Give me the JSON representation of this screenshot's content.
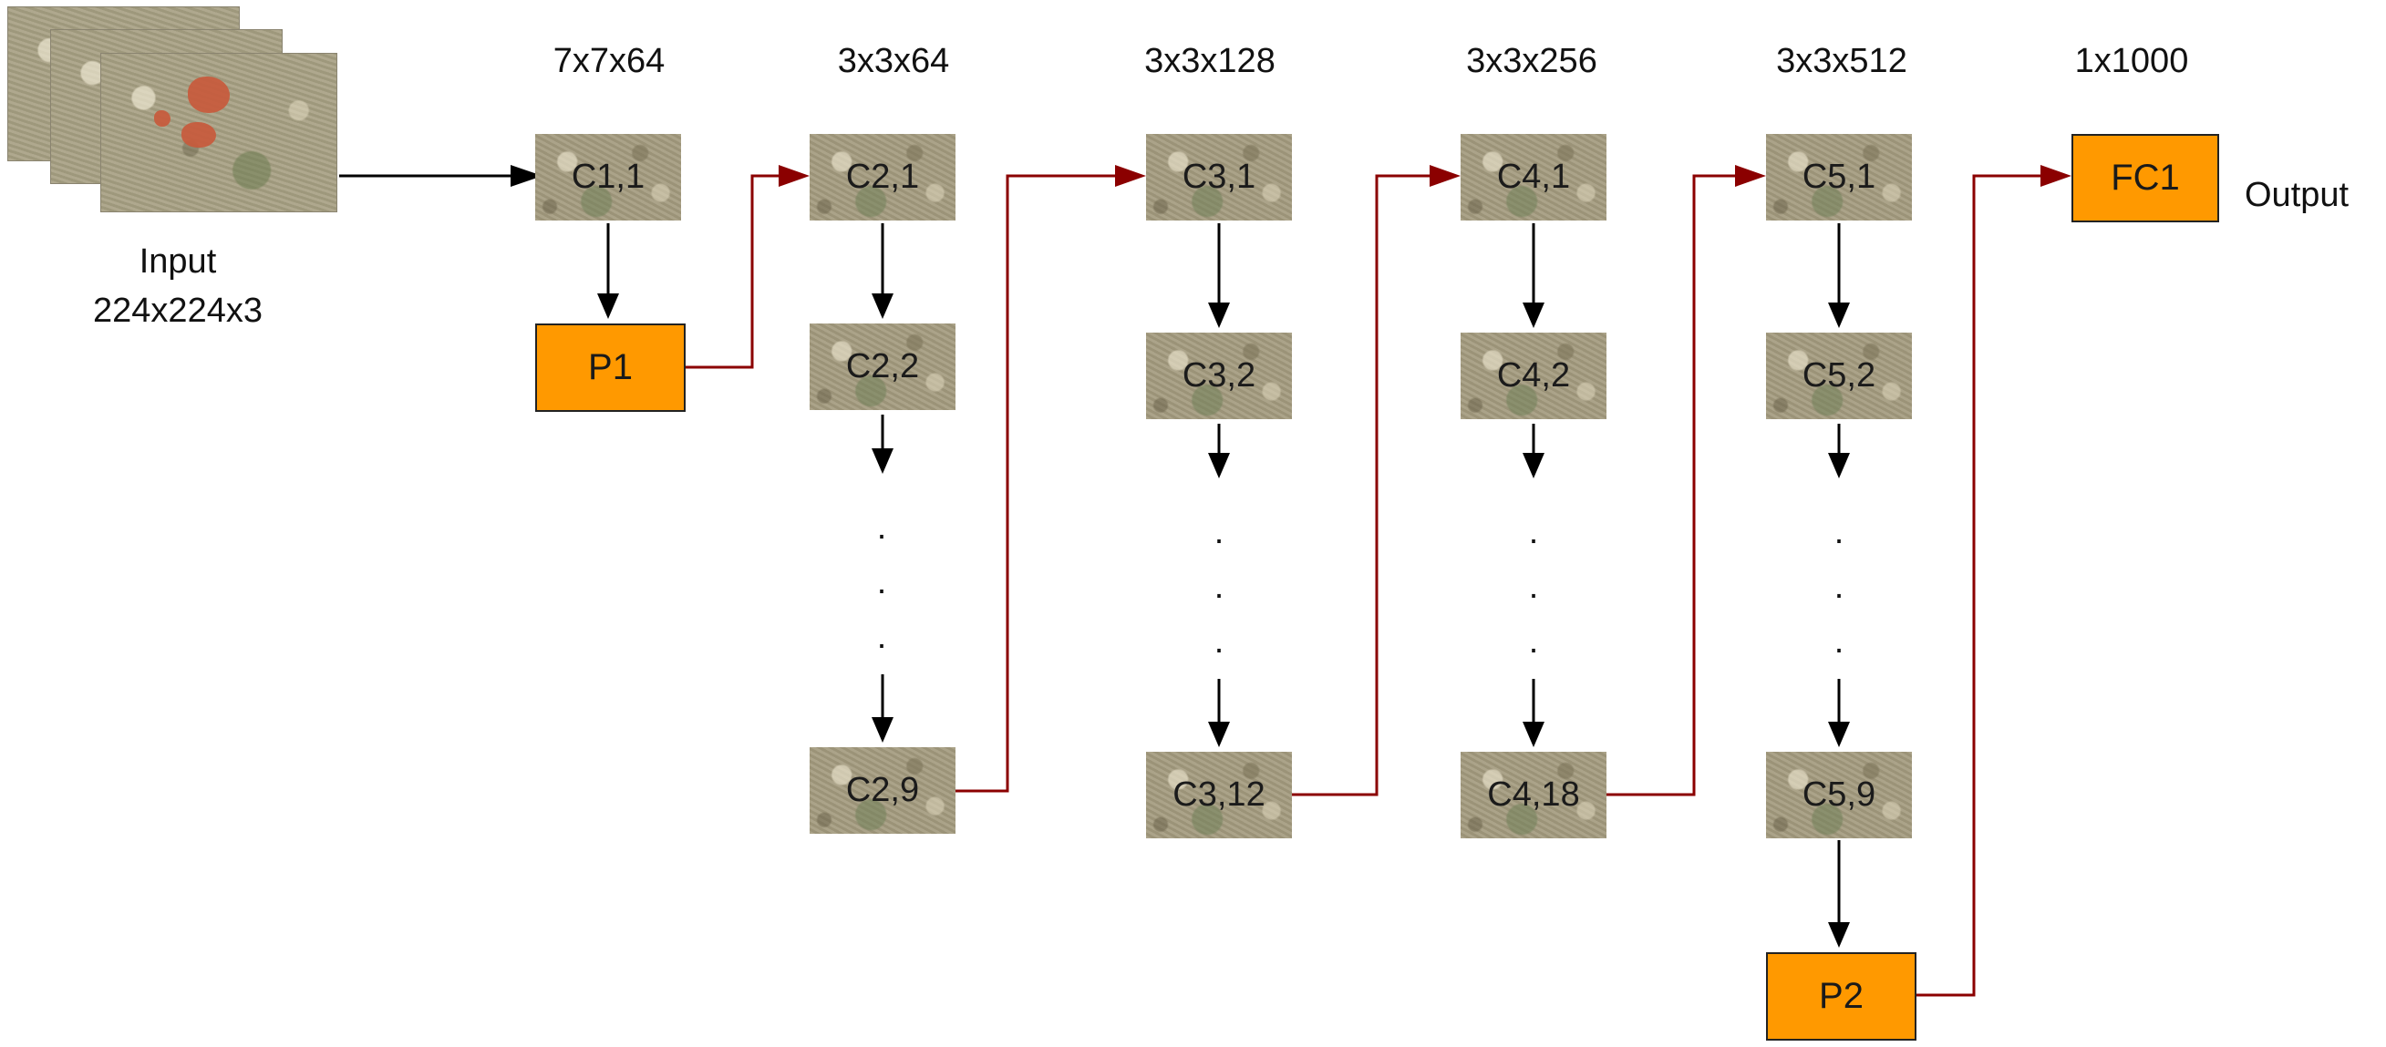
{
  "input": {
    "title": "Input",
    "size": "224x224x3"
  },
  "columns": [
    {
      "header": "7x7x64",
      "nodes": [
        "C1,1"
      ],
      "pool": "P1"
    },
    {
      "header": "3x3x64",
      "nodes": [
        "C2,1",
        "C2,2",
        "C2,9"
      ]
    },
    {
      "header": "3x3x128",
      "nodes": [
        "C3,1",
        "C3,2",
        "C3,12"
      ]
    },
    {
      "header": "3x3x256",
      "nodes": [
        "C4,1",
        "C4,2",
        "C4,18"
      ]
    },
    {
      "header": "3x3x512",
      "nodes": [
        "C5,1",
        "C5,2",
        "C5,9"
      ],
      "pool": "P2"
    },
    {
      "header": "1x1000",
      "nodes": [
        "FC1"
      ]
    }
  ],
  "output_label": "Output",
  "ellipsis_glyph": ".",
  "colors": {
    "pool_fill": "#ff9900",
    "forward_arrow": "#000000",
    "stage_link": "#8b0000"
  }
}
